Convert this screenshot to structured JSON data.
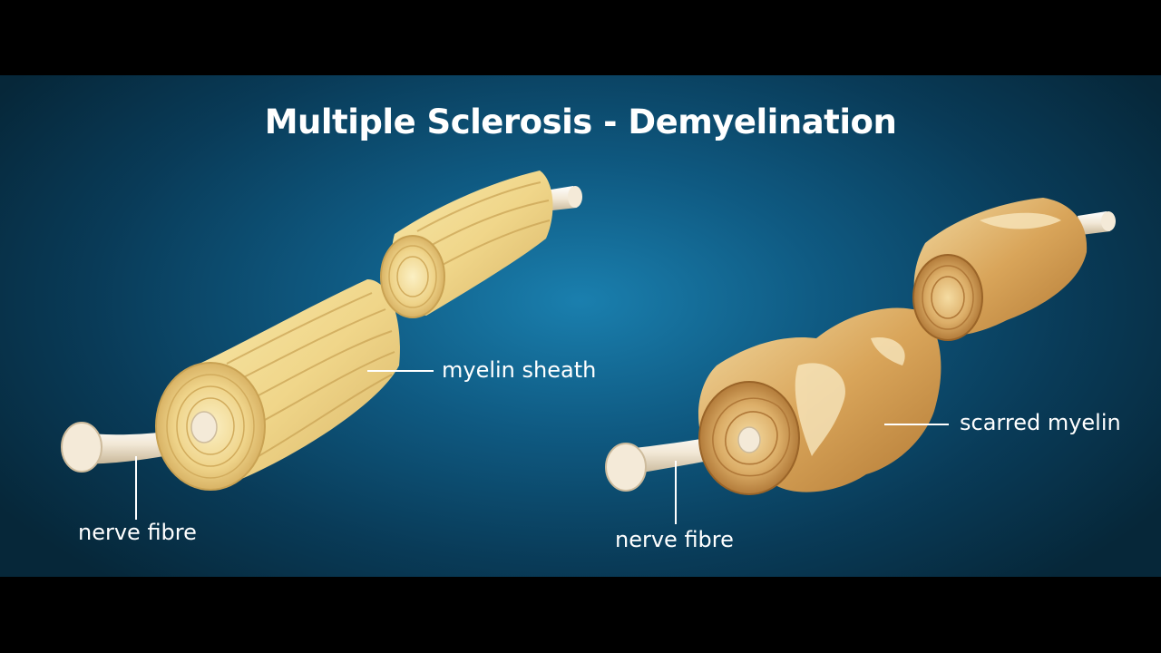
{
  "diagram": {
    "title": "Multiple Sclerosis - Demyelination",
    "healthy_axon": {
      "sheath_label": "myelin sheath",
      "fibre_label": "nerve fibre"
    },
    "damaged_axon": {
      "sheath_label": "scarred myelin",
      "fibre_label": "nerve fibre"
    },
    "colors": {
      "background_center": "#1a7fae",
      "background_edge": "#062739",
      "myelin": "#f0d68a",
      "scarred_myelin": "#d9a55a",
      "nerve_fibre": "#f2e8d6",
      "label_text": "#ffffff"
    }
  }
}
